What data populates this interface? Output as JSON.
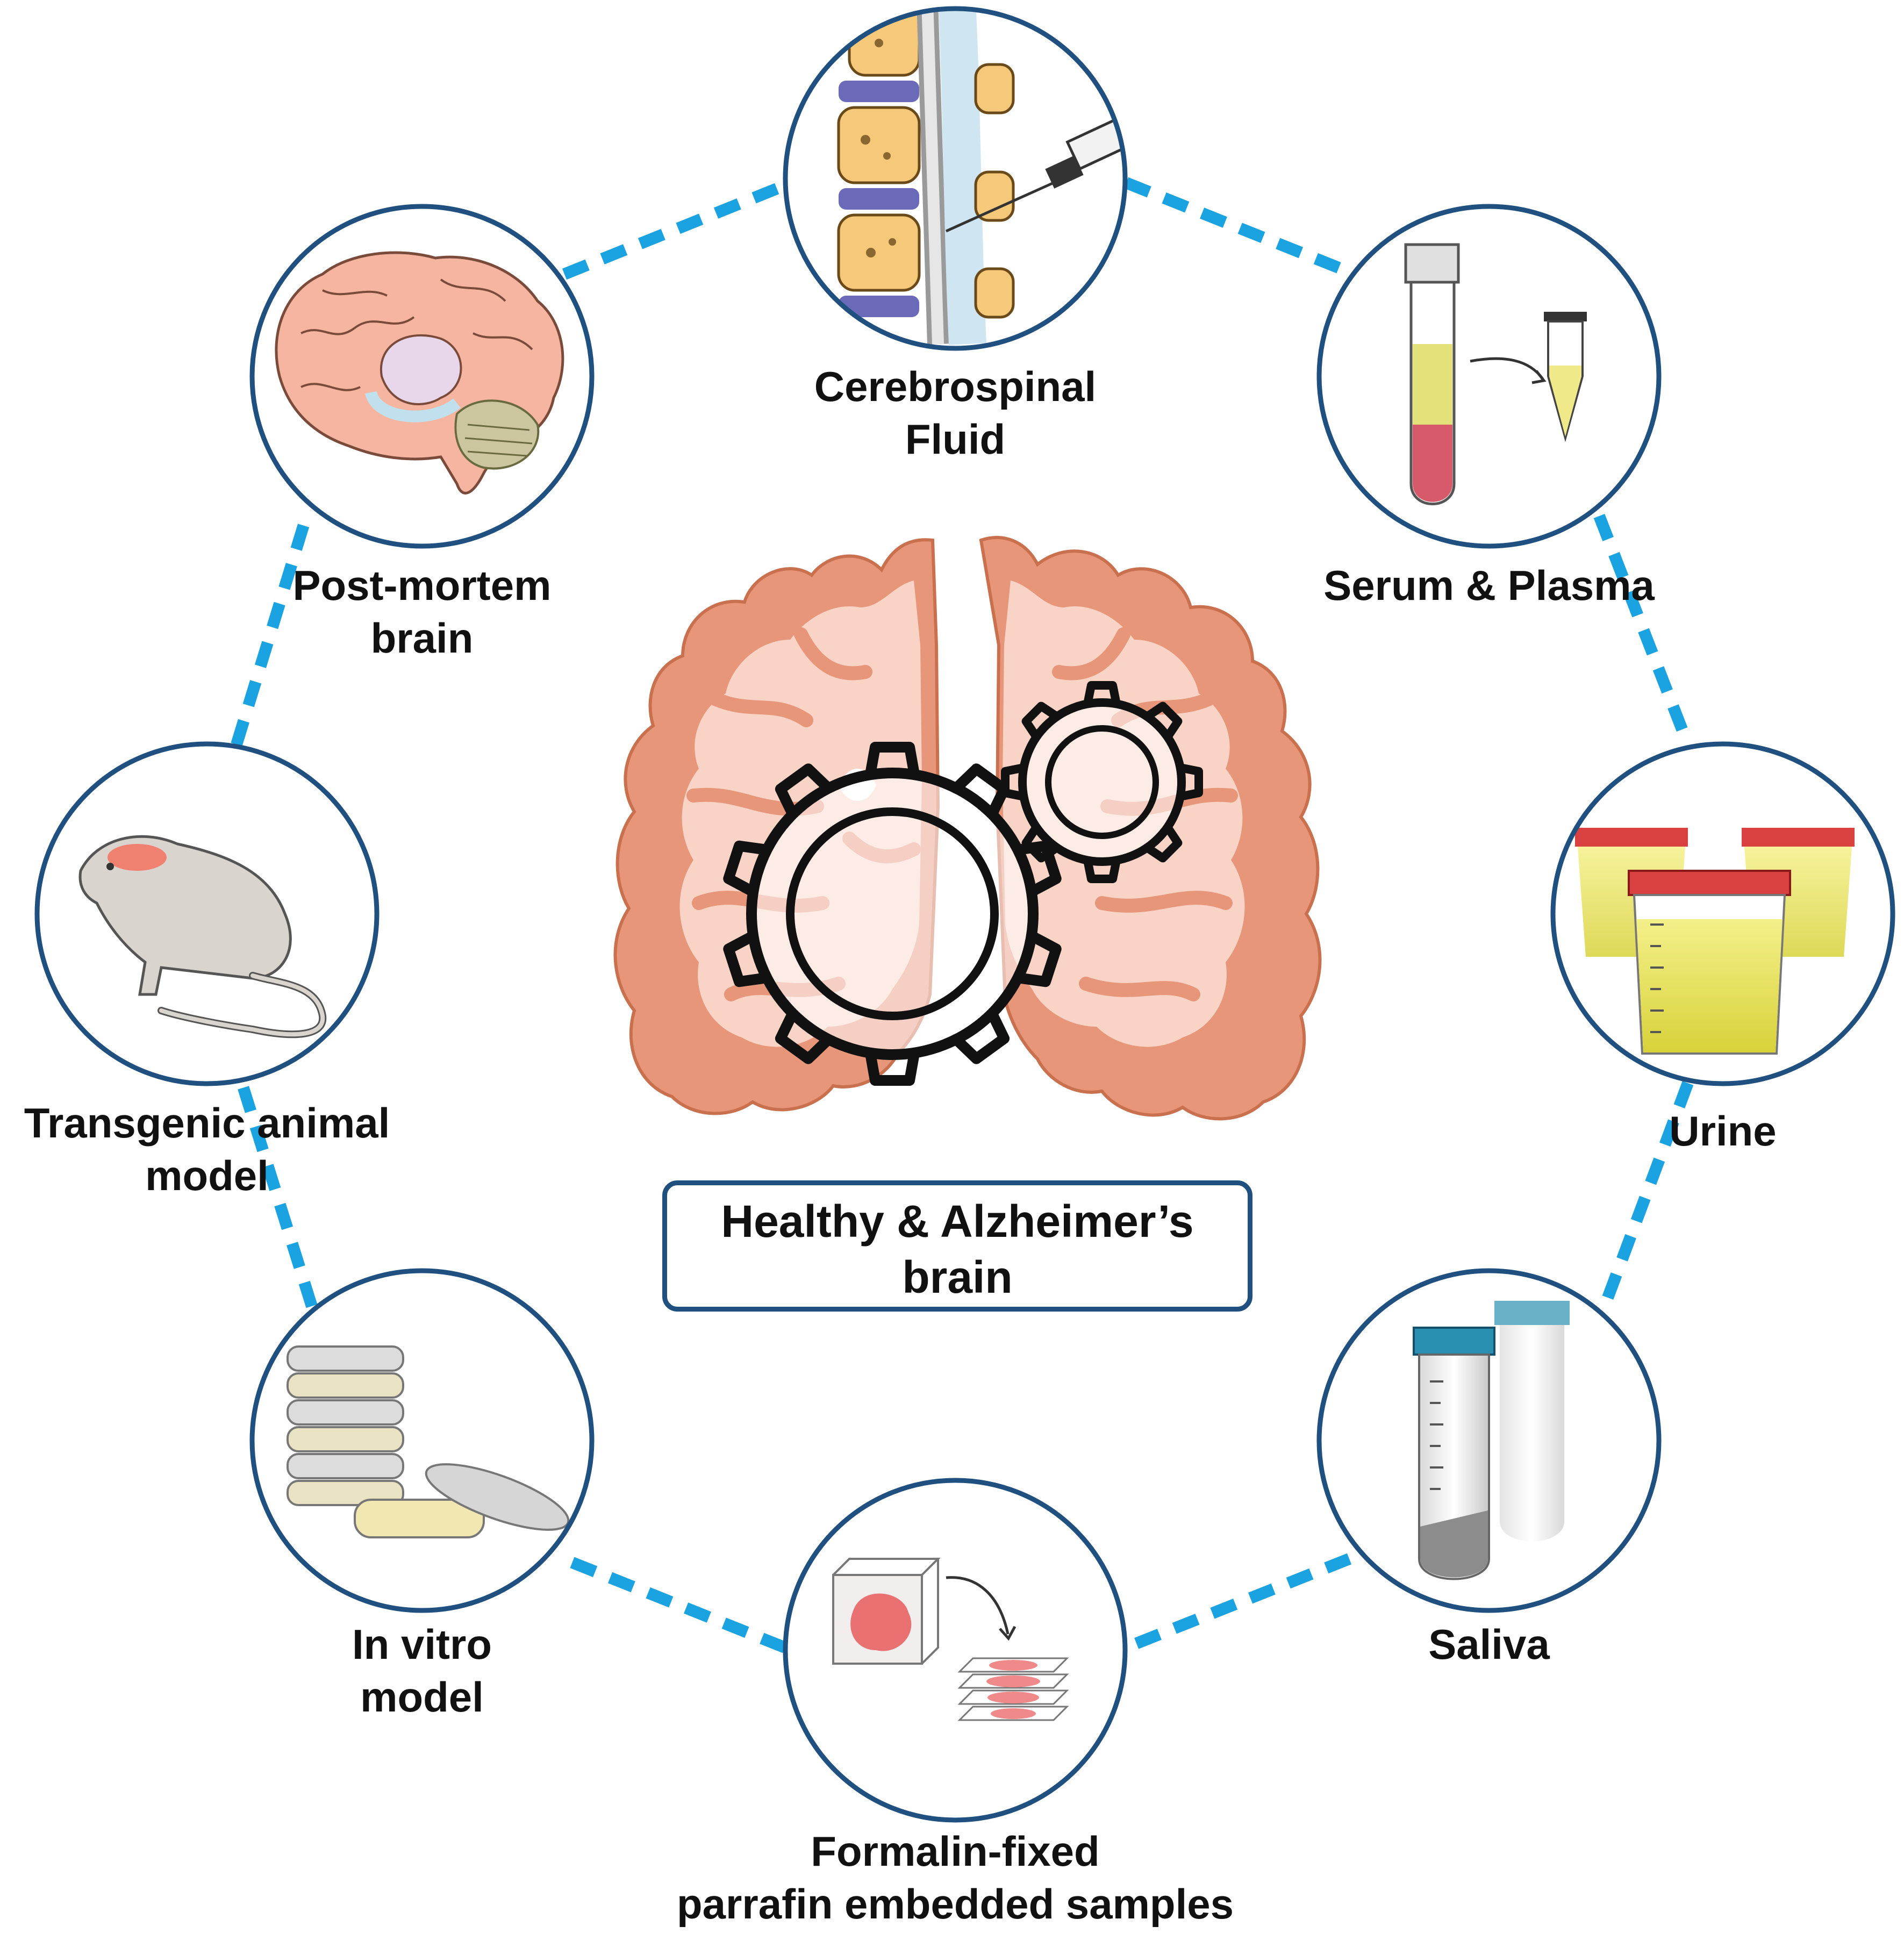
{
  "colors": {
    "circle_border": "#1f5080",
    "connector": "#1aa3e0",
    "brain_tissue": "#e8967a",
    "brain_inner": "#f9d4c6",
    "gear": "#111111"
  },
  "center": {
    "title_line1": "Healthy & Alzheimer’s",
    "title_line2": "brain",
    "icons": [
      "coronal-brain-section-icon",
      "gear-large-icon",
      "gear-small-icon"
    ]
  },
  "samples": [
    {
      "id": "csf",
      "line1": "Cerebrospinal",
      "line2": "Fluid",
      "icon": "spine-needle-icon"
    },
    {
      "id": "serum",
      "line1": "Serum & Plasma",
      "line2": "",
      "icon": "blood-tube-icon"
    },
    {
      "id": "urine",
      "line1": "Urine",
      "line2": "",
      "icon": "urine-cups-icon"
    },
    {
      "id": "saliva",
      "line1": "Saliva",
      "line2": "",
      "icon": "saliva-tubes-icon"
    },
    {
      "id": "ffpe",
      "line1": "Formalin-fixed",
      "line2": "parrafin embedded samples",
      "icon": "tissue-block-icon"
    },
    {
      "id": "invitro",
      "line1": "In vitro",
      "line2": "model",
      "icon": "petri-dish-icon"
    },
    {
      "id": "transgenic",
      "line1": "Transgenic animal",
      "line2": "model",
      "icon": "mouse-icon"
    },
    {
      "id": "postmortem",
      "line1": "Post-mortem",
      "line2": "brain",
      "icon": "brain-icon"
    }
  ]
}
